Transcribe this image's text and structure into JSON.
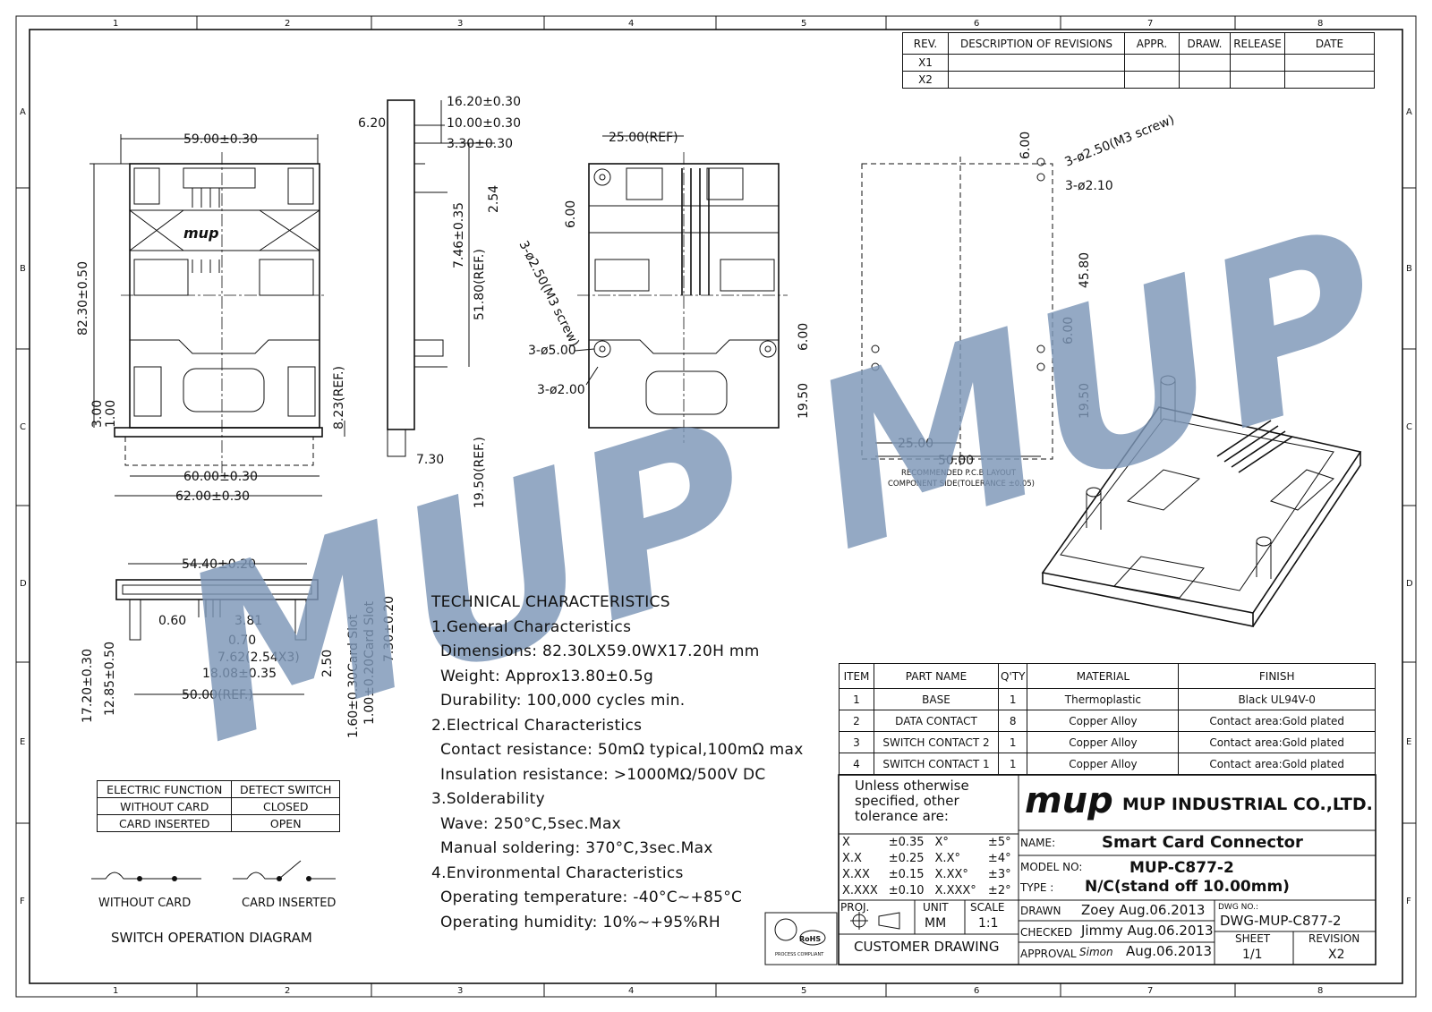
{
  "border": {
    "cols": [
      "1",
      "2",
      "3",
      "4",
      "5",
      "6",
      "7",
      "8"
    ],
    "rows": [
      "A",
      "B",
      "C",
      "D",
      "E",
      "F"
    ]
  },
  "revisions": {
    "headers": [
      "REV.",
      "DESCRIPTION OF REVISIONS",
      "APPR.",
      "DRAW.",
      "RELEASE",
      "DATE"
    ],
    "rows": [
      [
        "X1",
        "",
        "",
        "",
        "",
        ""
      ],
      [
        "X2",
        "",
        "",
        "",
        "",
        ""
      ]
    ]
  },
  "dims": {
    "front_width": "59.00±0.30",
    "front_height": "82.30±0.50",
    "front_3": "3.00",
    "front_1": "1.00",
    "front_823": "8.23(REF.)",
    "front_60": "60.00±0.30",
    "front_62": "62.00±0.30",
    "side_1620": "16.20±0.30",
    "side_1000": "10.00±0.30",
    "side_330": "3.30±0.30",
    "side_620": "6.20",
    "side_254": "2.54",
    "side_746": "7.46±0.35",
    "side_5180": "51.80(REF.)",
    "side_730": "7.30",
    "side_1950": "19.50(REF.)",
    "top_2500": "25.00(REF)",
    "top_600": "6.00",
    "top_m3": "3-ø2.50(M3 screw)",
    "top_500": "3-ø5.00",
    "top_200": "3-ø2.00",
    "top_600b": "6.00",
    "top_1950": "19.50",
    "pcb_600": "6.00",
    "pcb_m3": "3-ø2.50(M3 screw)",
    "pcb_210": "3-ø2.10",
    "pcb_4580": "45.80",
    "pcb_600b": "6.00",
    "pcb_1950": "19.50",
    "pcb_2500": "25.00",
    "pcb_5000": "50.00",
    "pcb_note1": "RECOMMENDED P.C.B LAYOUT",
    "pcb_note2": "COMPONENT SIDE(TOLERANCE ±0.05)",
    "bot_5440": "54.40±0.20",
    "bot_060": "0.60",
    "bot_381": "3.81",
    "bot_070": "0.70",
    "bot_762": "7.62(2.54X3)",
    "bot_1808": "18.08±0.35",
    "bot_5000": "50.00(REF.)",
    "bot_1720": "17.20±0.30",
    "bot_1285": "12.85±0.50",
    "bot_250": "2.50",
    "bot_160": "1.60±0.30Card Slot",
    "bot_100": "1.00±0.20Card Slot",
    "bot_730": "7.30±0.20"
  },
  "switch_table": {
    "headers": [
      "ELECTRIC FUNCTION",
      "DETECT SWITCH"
    ],
    "rows": [
      [
        "WITHOUT CARD",
        "CLOSED"
      ],
      [
        "CARD INSERTED",
        "OPEN"
      ]
    ]
  },
  "switch_diagram": {
    "without_label": "WITHOUT CARD",
    "inserted_label": "CARD INSERTED",
    "title": "SWITCH OPERATION DIAGRAM"
  },
  "technical": {
    "title": "TECHNICAL CHARACTERISTICS",
    "lines": [
      {
        "text": "1.General Characteristics",
        "indent": 0
      },
      {
        "text": "Dimensions: 82.30LX59.0WX17.20H mm",
        "indent": 1
      },
      {
        "text": "Weight: Approx13.80±0.5g",
        "indent": 1
      },
      {
        "text": "Durability: 100,000 cycles min.",
        "indent": 1
      },
      {
        "text": "2.Electrical Characteristics",
        "indent": 0
      },
      {
        "text": "Contact resistance: 50mΩ typical,100mΩ max",
        "indent": 1
      },
      {
        "text": "Insulation resistance: >1000MΩ/500V DC",
        "indent": 1
      },
      {
        "text": "3.Solderability",
        "indent": 0
      },
      {
        "text": "Wave: 250°C,5sec.Max",
        "indent": 1
      },
      {
        "text": "Manual soldering: 370°C,3sec.Max",
        "indent": 1
      },
      {
        "text": "4.Environmental Characteristics",
        "indent": 0
      },
      {
        "text": "Operating temperature: -40°C~+85°C",
        "indent": 1
      },
      {
        "text": "Operating humidity: 10%~+95%RH",
        "indent": 1
      }
    ]
  },
  "bom": {
    "headers": [
      "ITEM",
      "PART NAME",
      "Q'TY",
      "MATERIAL",
      "FINISH"
    ],
    "rows": [
      [
        "1",
        "BASE",
        "1",
        "Thermoplastic",
        "Black UL94V-0"
      ],
      [
        "2",
        "DATA CONTACT",
        "8",
        "Copper Alloy",
        "Contact area:Gold plated"
      ],
      [
        "3",
        "SWITCH CONTACT 2",
        "1",
        "Copper Alloy",
        "Contact area:Gold plated"
      ],
      [
        "4",
        "SWITCH CONTACT 1",
        "1",
        "Copper Alloy",
        "Contact area:Gold plated"
      ]
    ]
  },
  "title_block": {
    "tol_note": "Unless otherwise specified, other tolerance are:",
    "tolerances": [
      [
        "X",
        "±0.35",
        "X°",
        "±5°"
      ],
      [
        "X.X",
        "±0.25",
        "X.X°",
        "±4°"
      ],
      [
        "X.XX",
        "±0.15",
        "X.XX°",
        "±3°"
      ],
      [
        "X.XXX",
        "±0.10",
        "X.XXX°",
        "±2°"
      ]
    ],
    "logo": "mup",
    "company": "MUP INDUSTRIAL CO.,LTD.",
    "name_label": "NAME:",
    "name": "Smart Card Connector",
    "model_label": "MODEL NO:",
    "model": "MUP-C877-2",
    "type_label": "TYPE :",
    "type": "N/C(stand off 10.00mm)",
    "proj_label": "PROJ.",
    "unit_label": "UNIT",
    "unit": "MM",
    "scale_label": "SCALE",
    "scale": "1:1",
    "drawn_label": "DRAWN",
    "drawn": "Zoey Aug.06.2013",
    "checked_label": "CHECKED",
    "checked": "Jimmy Aug.06.2013",
    "approval_label": "APPROVAL",
    "approval_sign": "Simon",
    "approval_date": "Aug.06.2013",
    "dwg_label": "DWG NO.:",
    "dwg": "DWG-MUP-C877-2",
    "sheet_label": "SHEET",
    "sheet": "1/1",
    "revision_label": "REVISION",
    "revision": "X2",
    "customer": "CUSTOMER DRAWING",
    "rohs": "RoHS",
    "rohs_sub": "PROCESS COMPLIANT"
  },
  "watermark": "MUP MUP"
}
